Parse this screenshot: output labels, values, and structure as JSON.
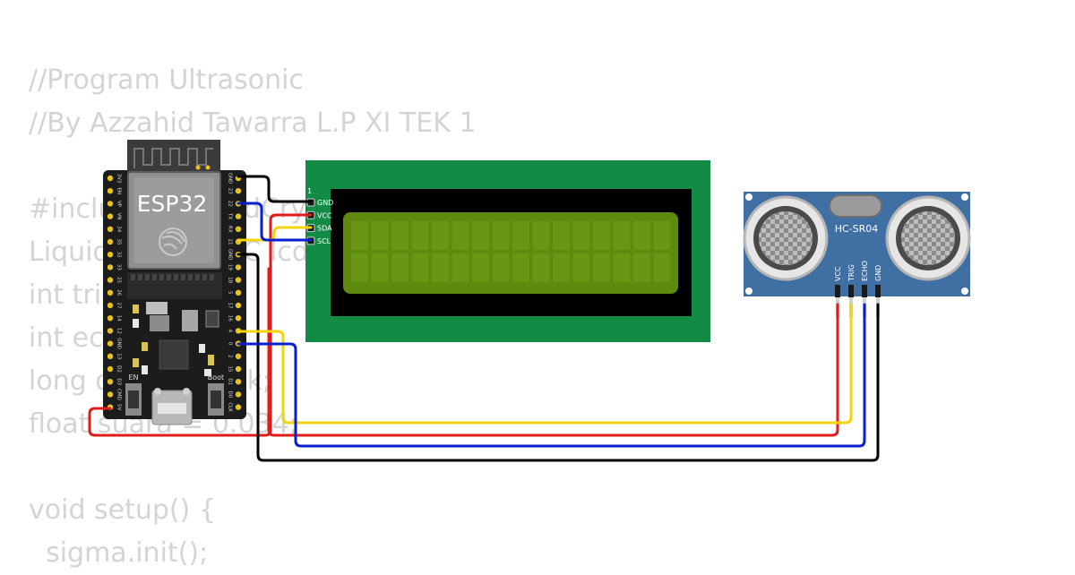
{
  "code_lines": [
    "//Program Ultrasonic",
    "//By Azzahid Tawarra L.P XI TEK 1",
    "",
    "#include <LiquidCrystal_I2C.h>",
    "LiquidCrystal_I2C lcd(0x27, 16, 2);",
    "int trig = 5;",
    "int echo = 18;",
    "long durasi, jarak;",
    "float suara = 0.034;",
    "",
    "void setup() {",
    "  sigma.init();"
  ],
  "esp32": {
    "label": "ESP32",
    "btn_en": "EN",
    "btn_boot": "Boot",
    "left_pins": [
      "3V3",
      "EN",
      "VP",
      "VN",
      "34",
      "35",
      "32",
      "33",
      "25",
      "26",
      "27",
      "14",
      "12",
      "GND",
      "13",
      "D2",
      "D3",
      "CMD",
      "5V"
    ],
    "right_pins": [
      "GND",
      "23",
      "22",
      "TX",
      "RX",
      "21",
      "GND",
      "19",
      "18",
      "5",
      "17",
      "16",
      "4",
      "0",
      "2",
      "15",
      "D1",
      "D0",
      "CLK"
    ]
  },
  "lcd": {
    "pin1_label": "1",
    "pins": [
      "GND",
      "VCC",
      "SDA",
      "SCL"
    ]
  },
  "sensor": {
    "label": "HC-SR04",
    "pins": [
      "VCC",
      "TRIG",
      "ECHO",
      "GND"
    ]
  },
  "colors": {
    "wire_black": "#000000",
    "wire_red": "#e01b1b",
    "wire_blue": "#0b1ecf",
    "wire_yellow": "#f5d40f",
    "lcd_board": "#128b45",
    "lcd_screen": "#5e8a0f",
    "sensor_board": "#3f6fa3",
    "esp_board": "#1c1c1c"
  }
}
